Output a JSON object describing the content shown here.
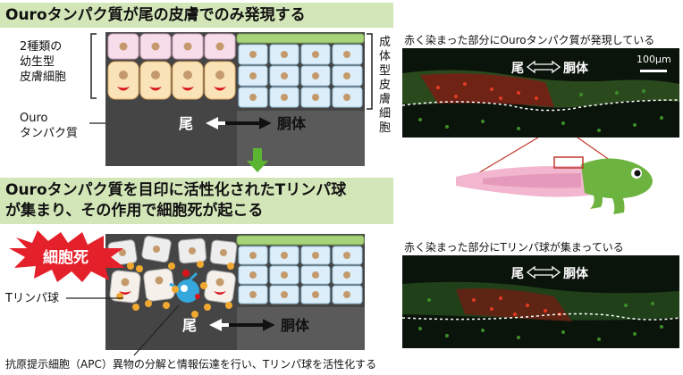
{
  "section1": {
    "headline": "Ouroタンパク質が尾の皮膚でのみ発現する",
    "label_larval_skin": [
      "2種類の",
      "幼生型",
      "皮膚細胞"
    ],
    "label_ouro_protein": [
      "Ouro",
      "タンパク質"
    ],
    "label_adult_skin": "成体型皮膚細胞",
    "arrow_tail": "尾",
    "arrow_body": "胴体"
  },
  "section2": {
    "headline_line1": "Ouroタンパク質を目印に活性化されたTリンパ球",
    "headline_line2": "が集まり、その作用で細胞死が起こる",
    "cell_death_label": "細胞死",
    "label_t_cell": "Tリンパ球",
    "arrow_tail": "尾",
    "arrow_body": "胴体",
    "apc_caption": "抗原提示細胞（APC）異物の分解と情報伝達を行い、Tリンパ球を活性化する"
  },
  "micrograph1": {
    "caption": "赤く染まった部分にOuroタンパク質が発現している",
    "tail_label": "尾",
    "body_label": "胴体",
    "scale_bar_label": "100μm"
  },
  "micrograph2": {
    "caption": "赤く染まった部分にTリンパ球が集まっている",
    "tail_label": "尾",
    "body_label": "胴体"
  },
  "colors": {
    "banner_green": "#d3e6b8",
    "flow_arrow_green": "#5cb531",
    "larval_cell_pink": "#f7dcea",
    "larval_cell_cream": "#fbe3b8",
    "adult_cell_blue": "#dbeef9",
    "adult_cell_green": "#a9d37a",
    "nucleus_brown": "#c49a6c",
    "ouro_red": "#d9141b",
    "t_cell_orange": "#f0a830",
    "apc_blue": "#35a7dc",
    "panel_gray": "#454545",
    "tadpole_pink": "#f2b6cf",
    "tadpole_green": "#6db33f"
  }
}
